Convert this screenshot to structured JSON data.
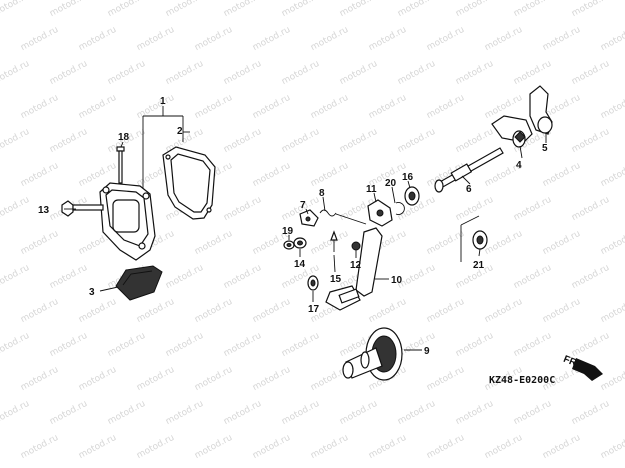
{
  "watermark": {
    "text": "motod.ru"
  },
  "callouts": {
    "c1": "1",
    "c2": "2",
    "c3": "3",
    "c4": "4",
    "c5": "5",
    "c6": "6",
    "c7": "7",
    "c8": "8",
    "c9": "9",
    "c10": "10",
    "c11": "11",
    "c12": "12",
    "c13": "13",
    "c14": "14",
    "c15": "15",
    "c16": "16",
    "c17": "17",
    "c18": "18",
    "c19": "19",
    "c20": "20",
    "c21": "21"
  },
  "diagram_code": "KZ48-E0200C",
  "direction_arrow_label": "FR.",
  "colors": {
    "line": "#111111",
    "watermark": "#d6d6d6",
    "background": "#ffffff"
  },
  "icons": {
    "direction": "front-arrow-icon"
  }
}
